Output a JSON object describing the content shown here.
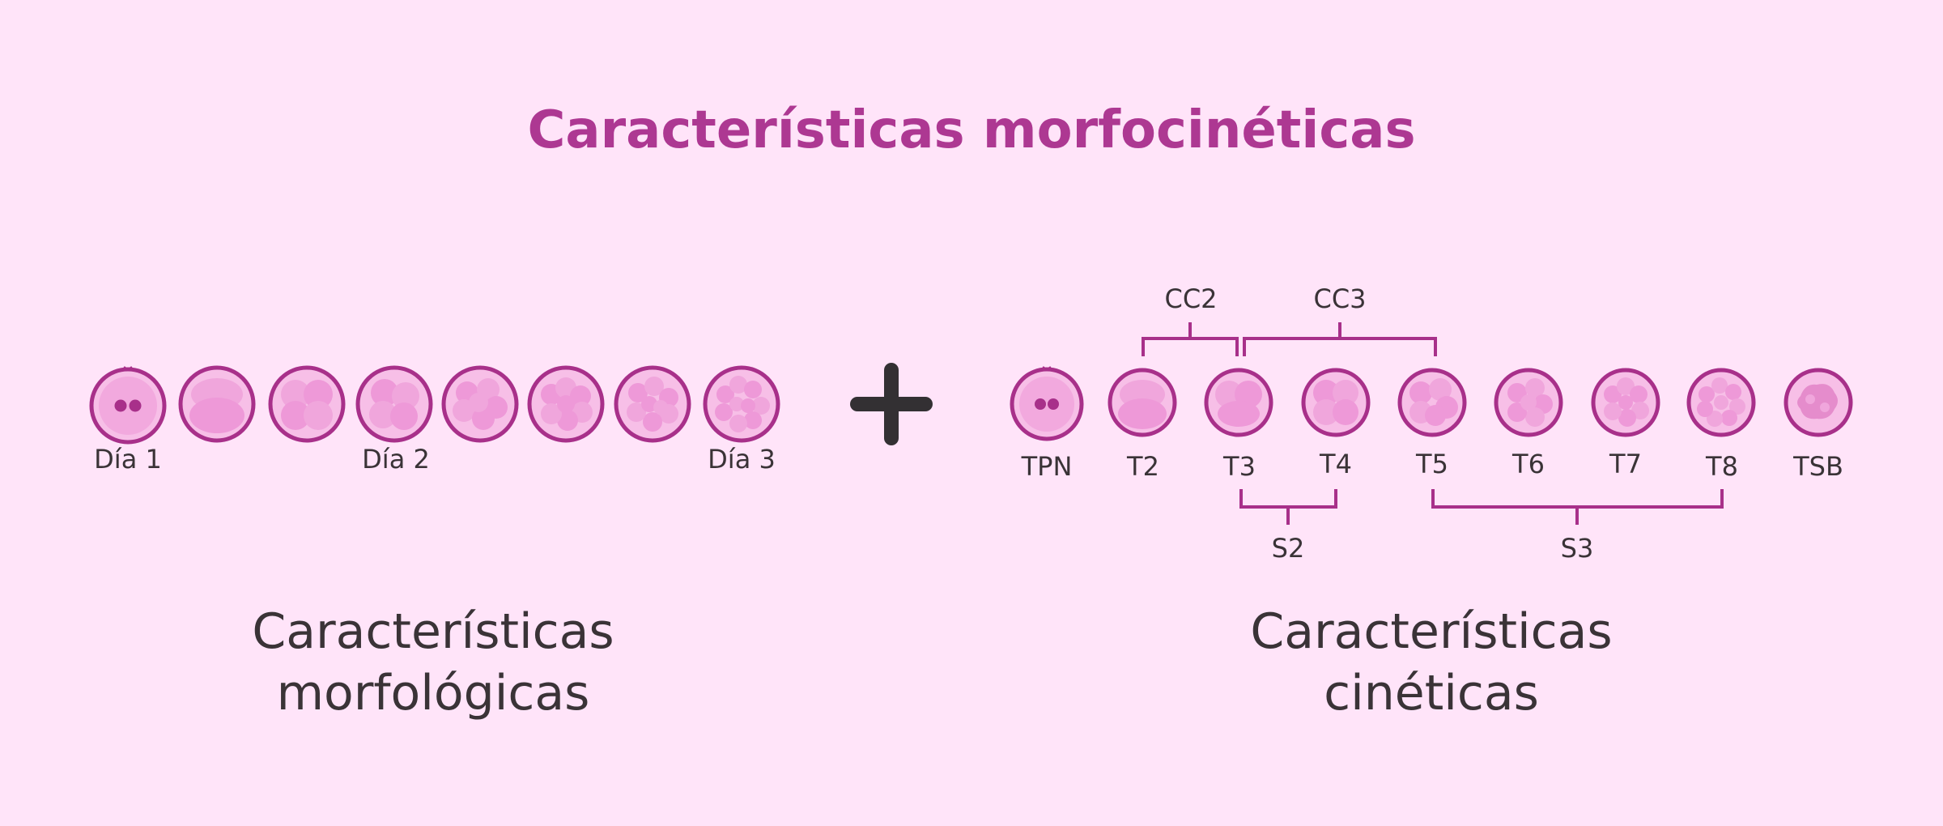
{
  "title": "Características morfocinéticas",
  "morphology": {
    "labels": {
      "day1": "Día 1",
      "day2": "Día 2",
      "day3": "Día 3"
    },
    "caption": {
      "line1": "Características",
      "line2": "morfológicas"
    }
  },
  "kinetics": {
    "stages": [
      "TPN",
      "T2",
      "T3",
      "T4",
      "T5",
      "T6",
      "T7",
      "T8",
      "TSB"
    ],
    "brackets": {
      "cc2": "CC2",
      "cc3": "CC3",
      "s2": "S2",
      "s3": "S3"
    },
    "caption": {
      "line1": "Características",
      "line2": "cinéticas"
    }
  },
  "colors": {
    "background": "#ffe4f9",
    "title": "#ad3892",
    "outline": "#a8308a",
    "cell_fill": "#f7bfe7",
    "blob": "#ee99d8",
    "nucleus": "#a8308a",
    "text": "#3a3337",
    "plus": "#333033"
  },
  "icons": {
    "operator": "plus-icon"
  }
}
